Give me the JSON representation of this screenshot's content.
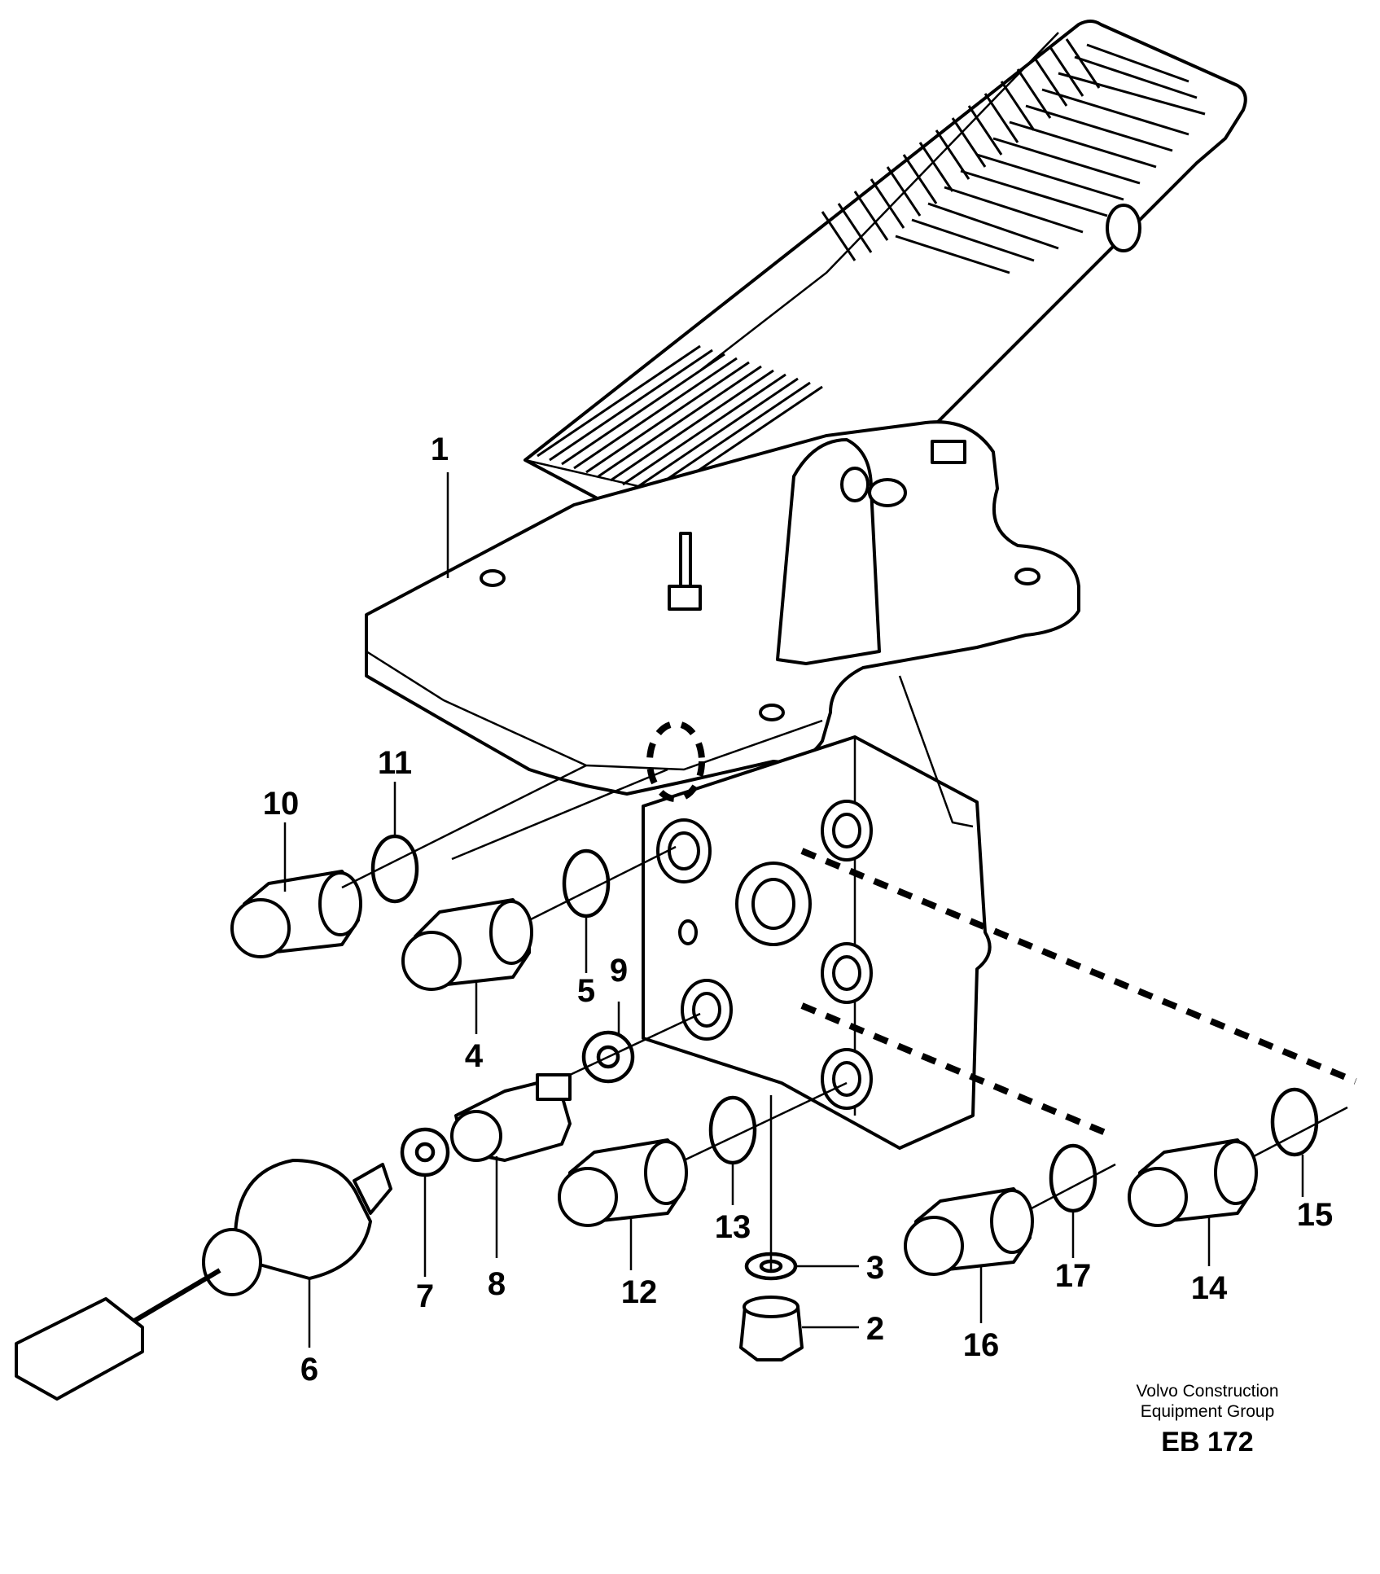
{
  "callouts": [
    "1",
    "2",
    "3",
    "4",
    "5",
    "6",
    "7",
    "8",
    "9",
    "10",
    "11",
    "12",
    "13",
    "14",
    "15",
    "16",
    "17"
  ],
  "credit": {
    "line1": "Volvo Construction",
    "line2": "Equipment Group",
    "code": "EB 172"
  }
}
